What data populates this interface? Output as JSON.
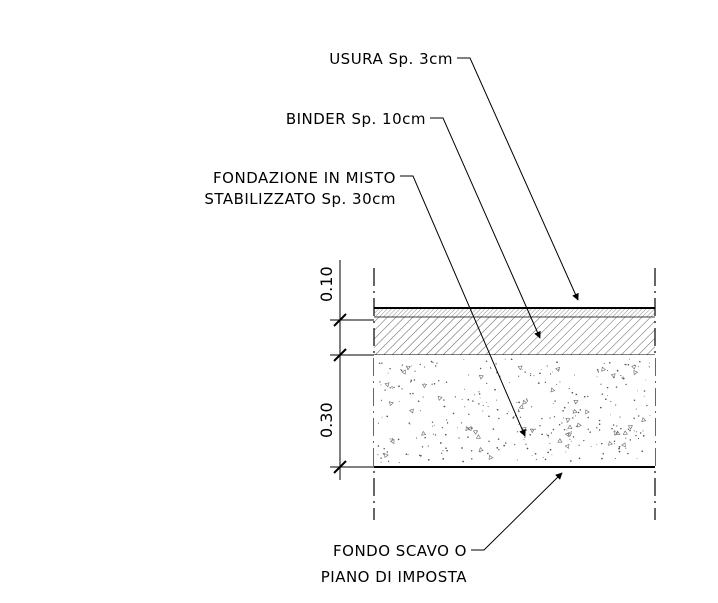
{
  "layers": {
    "usura": "USURA Sp. 3cm",
    "binder": "BINDER Sp. 10cm",
    "fondazione_line1": "FONDAZIONE IN MISTO",
    "fondazione_line2": "STABILIZZATO Sp. 30cm",
    "fondo_line1": "FONDO SCAVO O",
    "fondo_line2": "PIANO DI IMPOSTA"
  },
  "dimensions": {
    "upper": "0.10",
    "lower": "0.30"
  }
}
